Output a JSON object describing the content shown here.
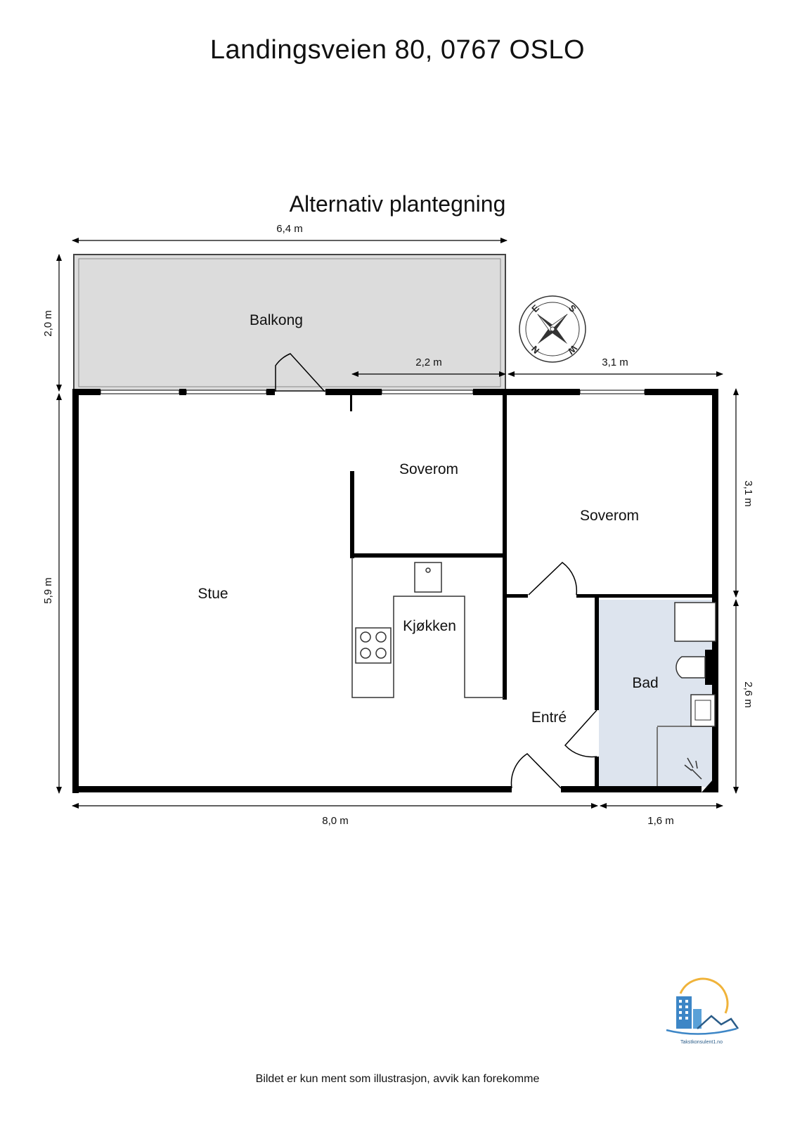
{
  "header": {
    "title": "Landingsveien 80, 0767 OSLO"
  },
  "plan": {
    "title": "Alternativ plantegning"
  },
  "rooms": {
    "balkong": "Balkong",
    "soverom_small": "Soverom",
    "soverom_large": "Soverom",
    "stue": "Stue",
    "kjokken": "Kjøkken",
    "bad": "Bad",
    "entre": "Entré"
  },
  "dimensions": {
    "balcony_width": "6,4 m",
    "balcony_depth": "2,0 m",
    "bedroom_small_width": "2,2 m",
    "bedroom_large_width": "3,1 m",
    "bedroom_large_depth": "3,1 m",
    "total_depth": "5,9 m",
    "bath_depth": "2,6 m",
    "main_width": "8,0 m",
    "bath_width": "1,6 m"
  },
  "compass": {
    "n": "N",
    "e": "E",
    "s": "S",
    "w": "W"
  },
  "logo": {
    "text": "Takstkonsulent1.no"
  },
  "footer": {
    "disclaimer": "Bildet er kun ment som illustrasjon, avvik kan forekomme"
  },
  "colors": {
    "balcony_fill": "#dcdcdc",
    "bath_fill": "#dde4ee",
    "wall": "#000000"
  }
}
